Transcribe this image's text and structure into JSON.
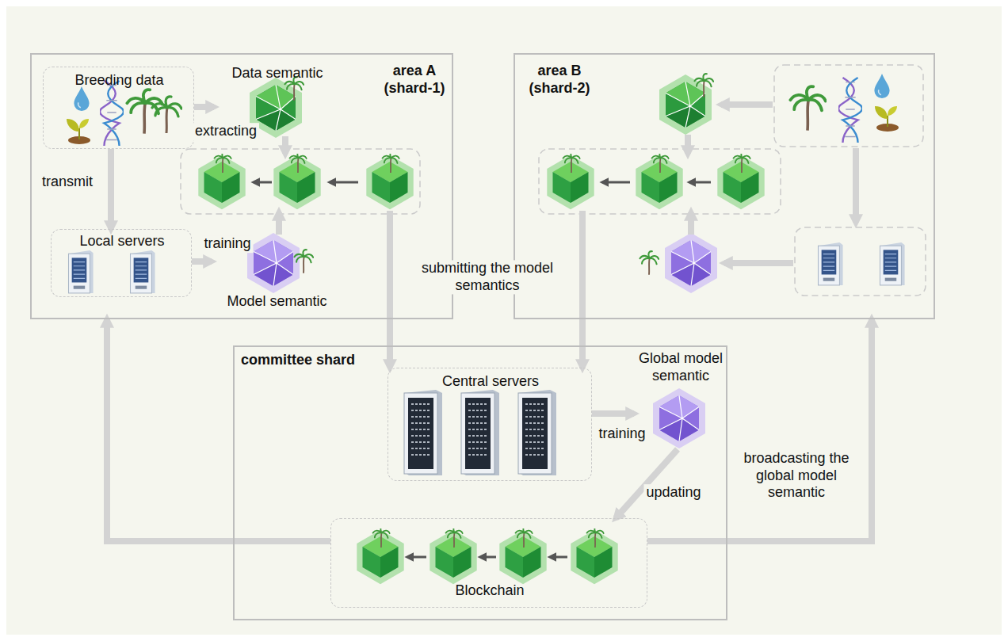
{
  "diagram": {
    "nodes": [
      {
        "text": [
          "area A (shard-1)"
        ]
      },
      {
        "text": [
          "Breeding data"
        ],
        "in": 0
      },
      {
        "text": [
          "Data semantic"
        ],
        "in": 0
      },
      {
        "text": [
          "Local servers"
        ],
        "in": 0
      },
      {
        "text": [
          "Model semantic"
        ],
        "in": 0
      },
      {
        "text": [
          "area B (shard-2)"
        ]
      },
      {
        "text": [
          "committee shard"
        ]
      },
      {
        "text": [
          "Central servers"
        ],
        "in": 6
      },
      {
        "text": [
          "Global model semantic"
        ],
        "in": 6
      },
      {
        "text": [
          "Blockchain"
        ],
        "in": 6
      }
    ],
    "edges": [
      {
        "from": 1,
        "to": 2,
        "arrow": "to",
        "label": "extracting"
      },
      {
        "from": 1,
        "to": 3,
        "arrow": "to",
        "label": "transmit"
      },
      {
        "from": 3,
        "to": 4,
        "arrow": "to",
        "label": "training"
      },
      {
        "from": 0,
        "to": 7,
        "arrow": "to",
        "label": "submitting the model semantics"
      },
      {
        "from": 5,
        "to": 7,
        "arrow": "to"
      },
      {
        "from": 7,
        "to": 8,
        "arrow": "to",
        "label": "training"
      },
      {
        "from": 8,
        "to": 9,
        "arrow": "to",
        "label": "updating"
      },
      {
        "from": 9,
        "to": 0,
        "arrow": "to"
      },
      {
        "from": 9,
        "to": 5,
        "arrow": "to",
        "label": "broadcasting the global model semantic"
      }
    ]
  }
}
